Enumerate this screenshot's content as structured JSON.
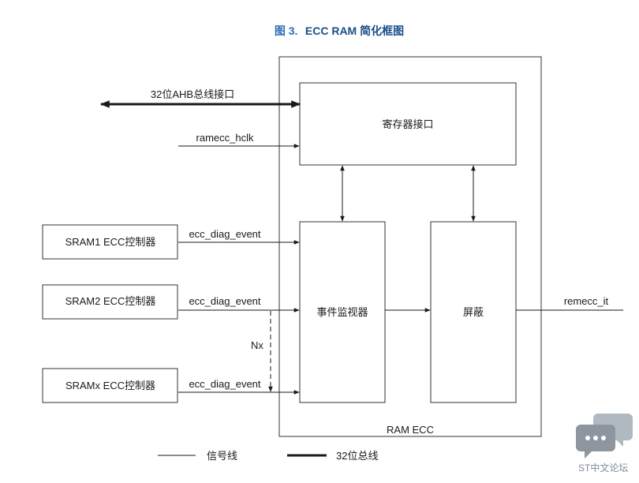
{
  "figure": {
    "number": "图 3.",
    "title": "ECC RAM 简化框图"
  },
  "blocks": {
    "ram_ecc": "RAM ECC",
    "register_interface": "寄存器接口",
    "event_monitor": "事件监视器",
    "mask": "屏蔽",
    "sram1": "SRAM1 ECC控制器",
    "sram2": "SRAM2 ECC控制器",
    "sramx": "SRAMx ECC控制器"
  },
  "signals": {
    "ahb_bus": "32位AHB总线接口",
    "hclk": "ramecc_hclk",
    "diag1": "ecc_diag_event",
    "diag2": "ecc_diag_event",
    "diagx": "ecc_diag_event",
    "nx": "Nx",
    "irq": "remecc_it"
  },
  "legend": {
    "signal_line": "信号线",
    "bus_line": "32位总线"
  },
  "watermark": {
    "text": "ST中文论坛",
    "icon": "chat-bubble-icon"
  },
  "colors": {
    "figure_number": "#2a6db5",
    "title": "#1a4f8a",
    "line": "#1a1a1a",
    "watermark": "#8a949e"
  }
}
